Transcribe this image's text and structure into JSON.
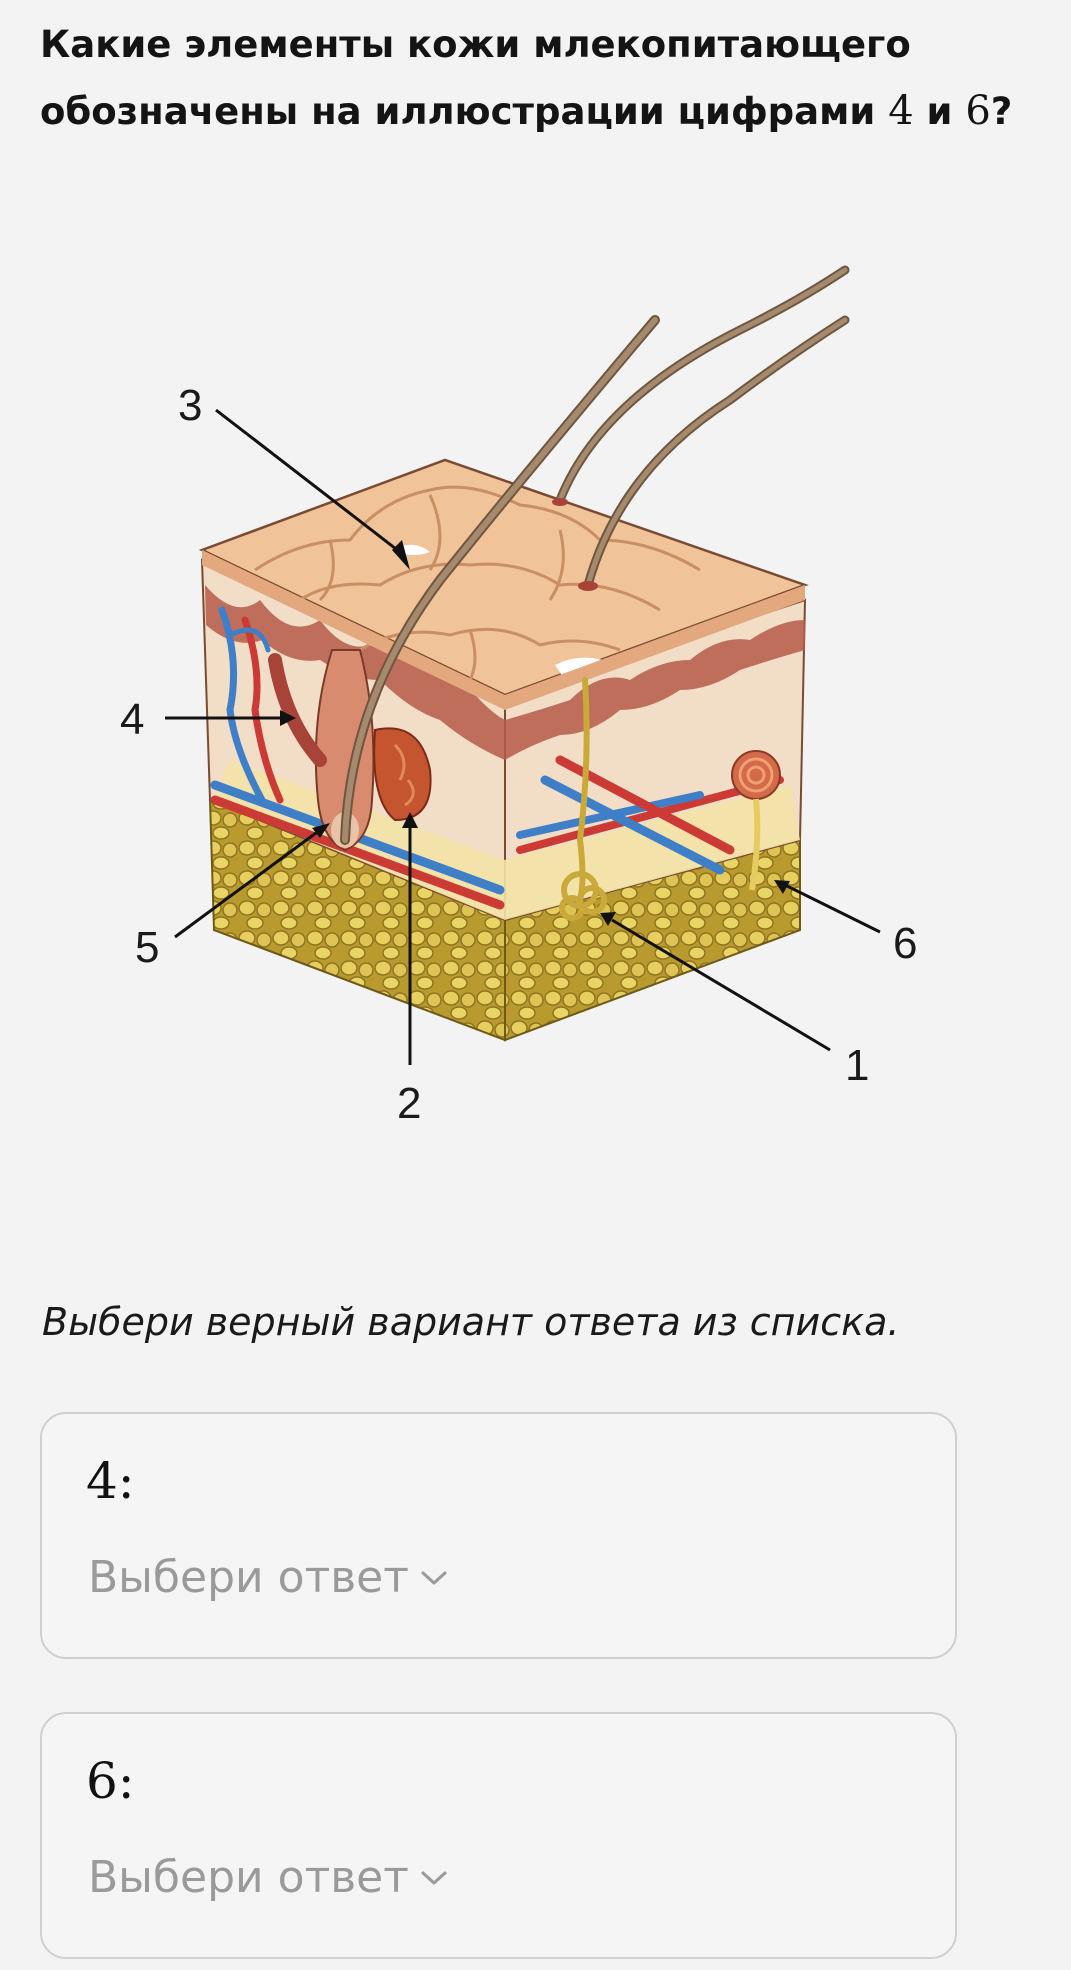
{
  "question": {
    "text": "Какие элементы кожи млекопитающего обозначены на иллюстрации цифрами",
    "num_a": "4",
    "conj": "и",
    "num_b": "6",
    "end": "?"
  },
  "figure": {
    "labels": [
      "1",
      "2",
      "3",
      "4",
      "5",
      "6"
    ],
    "colors": {
      "epidermis": "#f0c398",
      "dermis": "#c46a52",
      "hypodermis": "#d8c04f",
      "vein": "#3f7fc8",
      "artery": "#cc3a35",
      "hair": "#8a6d52"
    }
  },
  "instruction": "Выбери верный вариант ответа из списка.",
  "answers": [
    {
      "label": "4:",
      "placeholder": "Выбери ответ",
      "icon": "chevron-down-icon"
    },
    {
      "label": "6:",
      "placeholder": "Выбери ответ",
      "icon": "chevron-down-icon"
    }
  ]
}
